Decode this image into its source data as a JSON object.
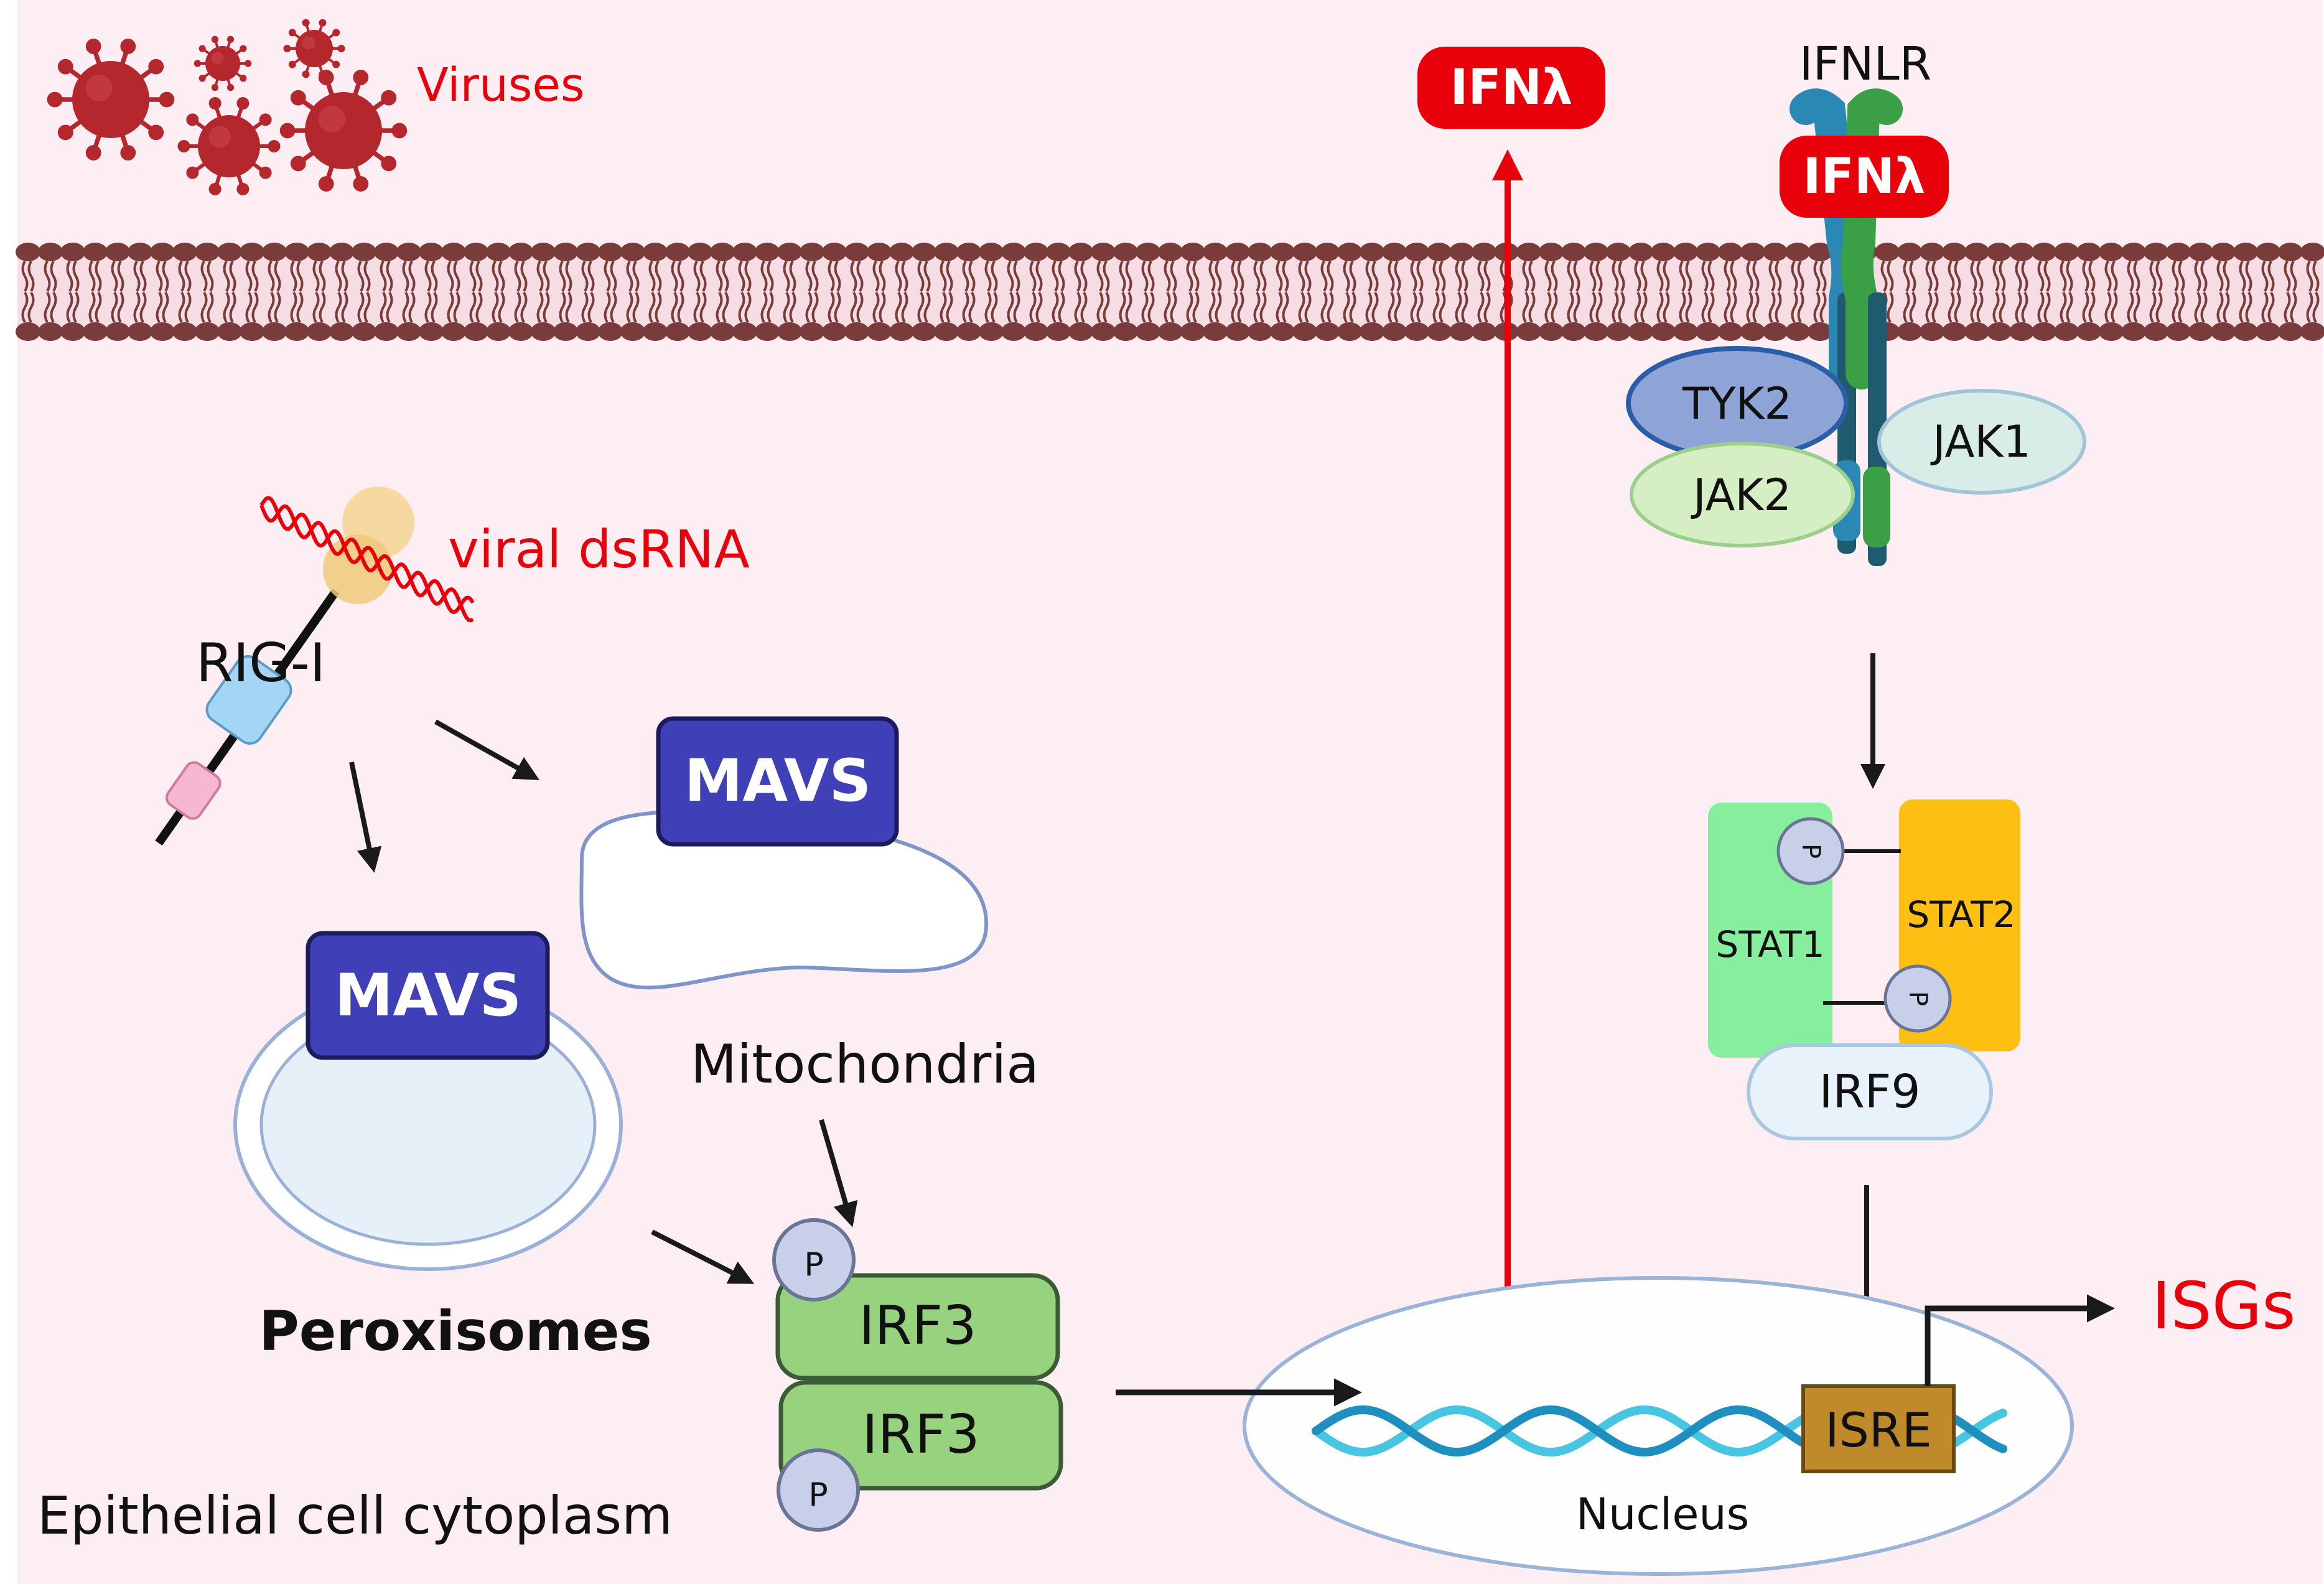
{
  "labels": {
    "viruses": "Viruses",
    "ifn_secreted": "IFNλ",
    "ifn_bound": "IFNλ",
    "ifnlr": "IFNLR",
    "tyk2": "TYK2",
    "jak1": "JAK1",
    "jak2": "JAK2",
    "viral_dsrna": "viral dsRNA",
    "rig_i": "RIG-I",
    "mavs_mito": "MAVS",
    "mavs_perox": "MAVS",
    "mitochondria": "Mitochondria",
    "peroxisomes": "Peroxisomes",
    "irf3_top": "IRF3",
    "irf3_bottom": "IRF3",
    "phospho": "P",
    "stat1": "STAT1",
    "stat2": "STAT2",
    "irf9": "IRF9",
    "isre": "ISRE",
    "isgs": "ISGs",
    "nucleus": "Nucleus",
    "cytoplasm": "Epithelial cell cytoplasm"
  },
  "colors": {
    "background": "#fdeef4",
    "membrane_lipid": "#7a3b3b",
    "virus": "#b3272d",
    "signal_red": "#e8000b",
    "mavs": "#3f3fb8",
    "irf3": "#97d27e",
    "stat1": "#86ee9c",
    "stat2": "#fcbf12",
    "irf9": "#e8f2fb",
    "isre": "#bf8a2a",
    "dna_light": "#48c5e3",
    "dna_dark": "#1e8fbf",
    "tyk2": "#8ea4d6",
    "jak1": "#d8ece8",
    "jak2": "#d6eec4",
    "receptor_blue": "#2b87b3",
    "receptor_green": "#3a9f45"
  }
}
